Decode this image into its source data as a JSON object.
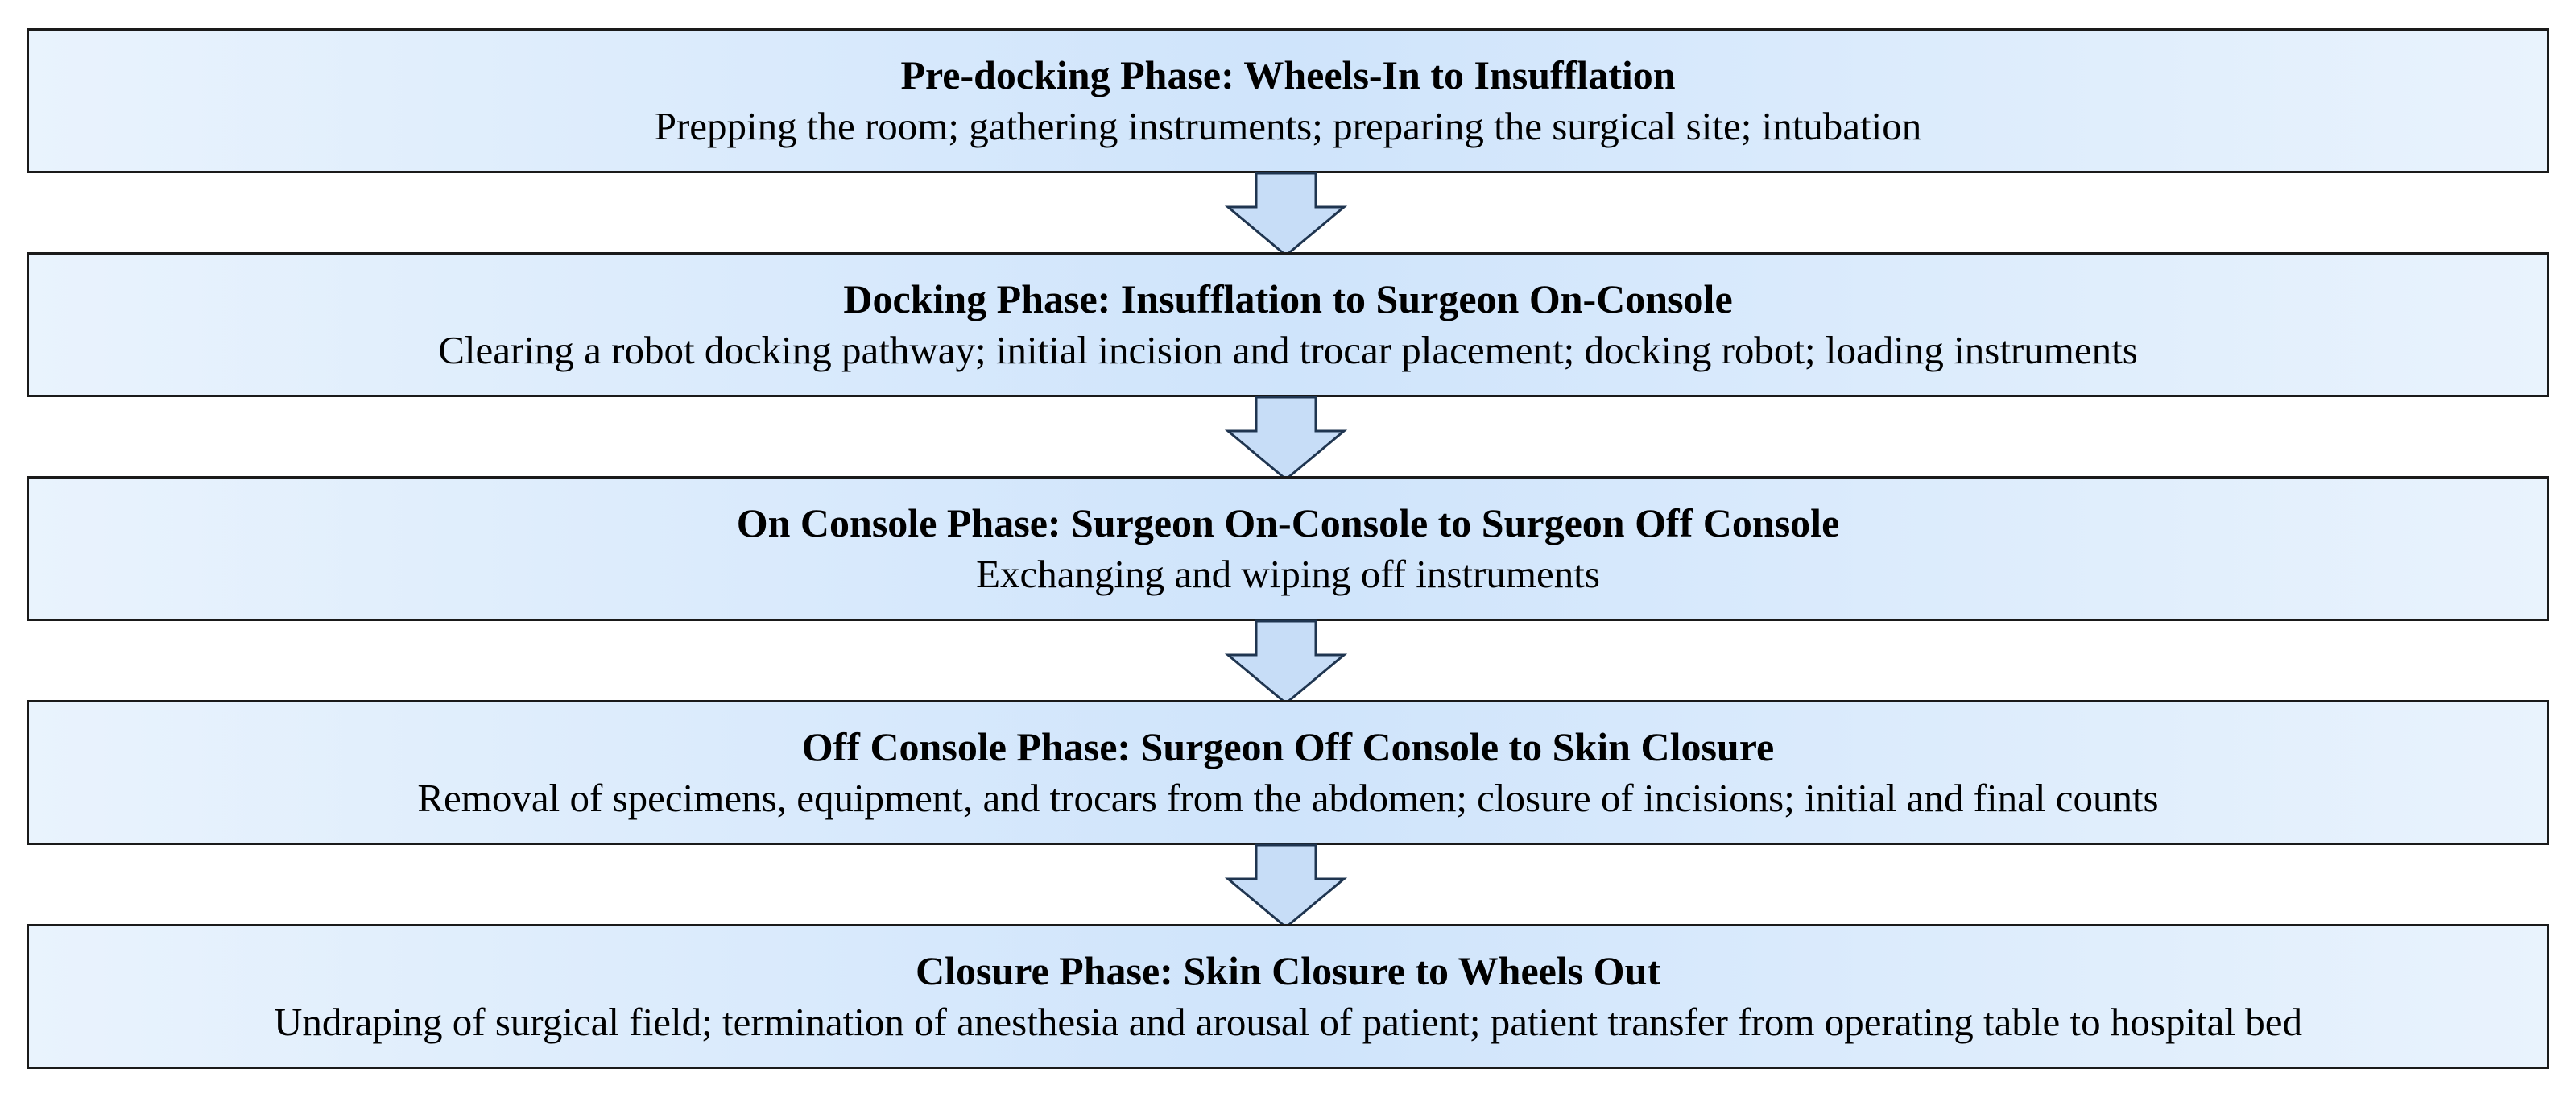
{
  "phases": [
    {
      "title": "Pre-docking Phase: Wheels-In to Insufflation",
      "description": "Prepping the room; gathering instruments; preparing the surgical site; intubation"
    },
    {
      "title": "Docking Phase: Insufflation to Surgeon On-Console",
      "description": "Clearing a robot docking pathway; initial incision and trocar placement; docking robot; loading instruments"
    },
    {
      "title": "On Console Phase: Surgeon On-Console to Surgeon Off Console",
      "description": "Exchanging and wiping off instruments"
    },
    {
      "title": "Off Console Phase: Surgeon Off Console to Skin Closure",
      "description": "Removal of specimens, equipment, and trocars from the abdomen; closure of incisions; initial and final counts"
    },
    {
      "title": "Closure Phase: Skin Closure to Wheels Out",
      "description": "Undraping of surgical field; termination of anesthesia and arousal of patient; patient transfer from operating table to hospital bed"
    }
  ],
  "colors": {
    "box_fill_edge": "#e9f3fd",
    "box_fill_center": "#cfe4fb",
    "box_border": "#1a1a1a",
    "arrow_fill": "#c7ddf7",
    "arrow_stroke": "#1f3550",
    "text": "#000000"
  }
}
